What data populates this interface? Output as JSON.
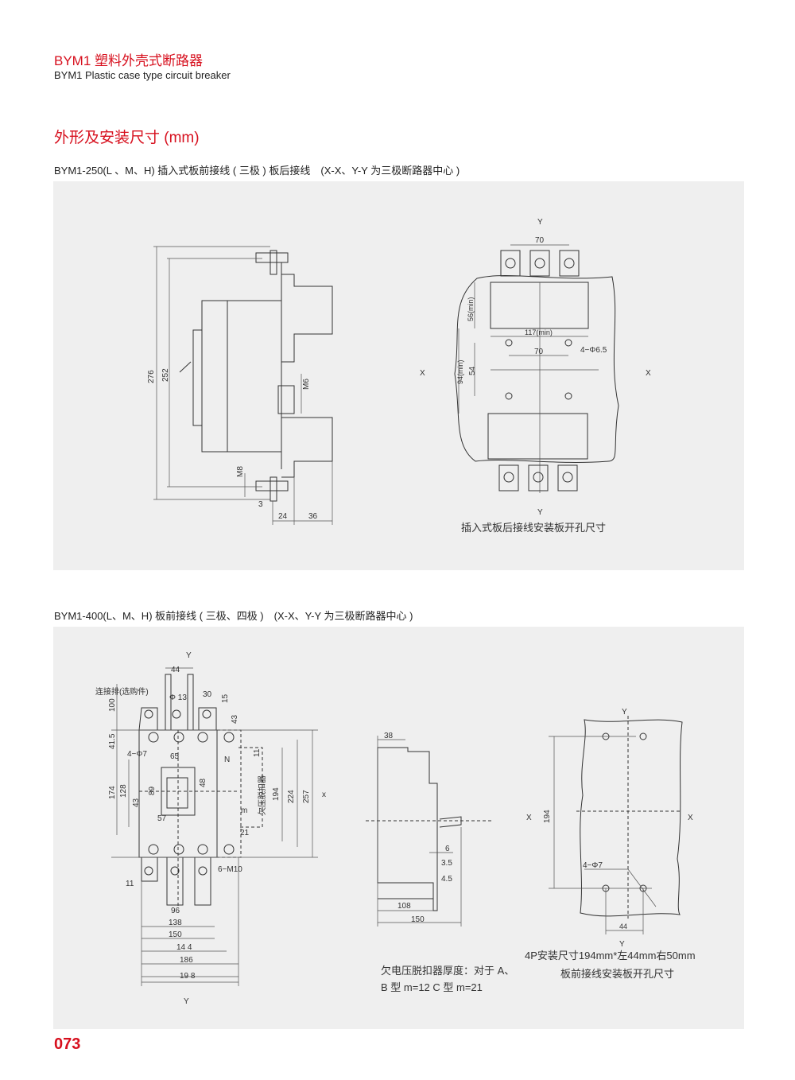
{
  "header": {
    "title_cn": "BYM1 塑料外壳式断路器",
    "title_en": "BYM1 Plastic case type circuit breaker"
  },
  "section_title": "外形及安装尺寸 (mm)",
  "fig1": {
    "caption": "BYM1-250(L 、M、H) 插入式板前接线 ( 三极 ) 板后接线　(X-X、Y-Y 为三极断路器中心 )",
    "side": {
      "d276": "276",
      "d252": "252",
      "m6": "M6",
      "m8": "M8",
      "d3": "3",
      "d24": "24",
      "d36": "36"
    },
    "plate": {
      "y_top": "Y",
      "y_bottom": "Y",
      "x_left": "X",
      "x_right": "X",
      "d70_top": "70",
      "d56": "56(min)",
      "d117": "117(min)",
      "d70": "70",
      "hole": "4−Φ6.5",
      "d94": "94(min)",
      "d54": "54",
      "note": "插入式板后接线安装板开孔尺寸"
    }
  },
  "fig2": {
    "caption": "BYM1-400(L、M、H) 板前接线 ( 三极、四极 )　(X-X、Y-Y 为三极断路器中心 )",
    "front": {
      "y_top": "Y",
      "y_bottom": "Y",
      "x": "x",
      "d44": "44",
      "busbar": "连接排(选购件)",
      "phi13": "Φ 13",
      "d30": "30",
      "d15": "15",
      "d100": "100",
      "d43a": "43",
      "d41_5": "41.5",
      "hole": "4−Φ7",
      "d65": "65",
      "n": "N",
      "d11": "11",
      "uv": "欠压脱扣器",
      "d174": "174",
      "d128": "128",
      "d89": "89",
      "d48": "48",
      "d43": "43",
      "d57": "57",
      "m": "m",
      "d21": "21",
      "d194": "194",
      "d224": "224",
      "d257": "257",
      "m10": "6−M10",
      "d11b": "11",
      "d96": "96",
      "d138": "138",
      "d150": "150",
      "d144": "14 4",
      "d186": "186",
      "d198": "19 8"
    },
    "side": {
      "d38": "38",
      "d6": "6",
      "d3_5": "3.5",
      "d4_5": "4.5",
      "d108": "108",
      "d150": "150",
      "note_line1": "欠电压脱扣器厚度：对于 A、",
      "note_line2": "B 型 m=12  C 型 m=21"
    },
    "plate": {
      "y_top": "Y",
      "y_bottom": "Y",
      "x_left": "X",
      "x_right": "X",
      "d194": "194",
      "hole": "4−Φ7",
      "d44": "44",
      "note1": "4P安装尺寸194mm*左44mm右50mm",
      "note2": "板前接线安装板开孔尺寸"
    }
  },
  "page_number": "073"
}
